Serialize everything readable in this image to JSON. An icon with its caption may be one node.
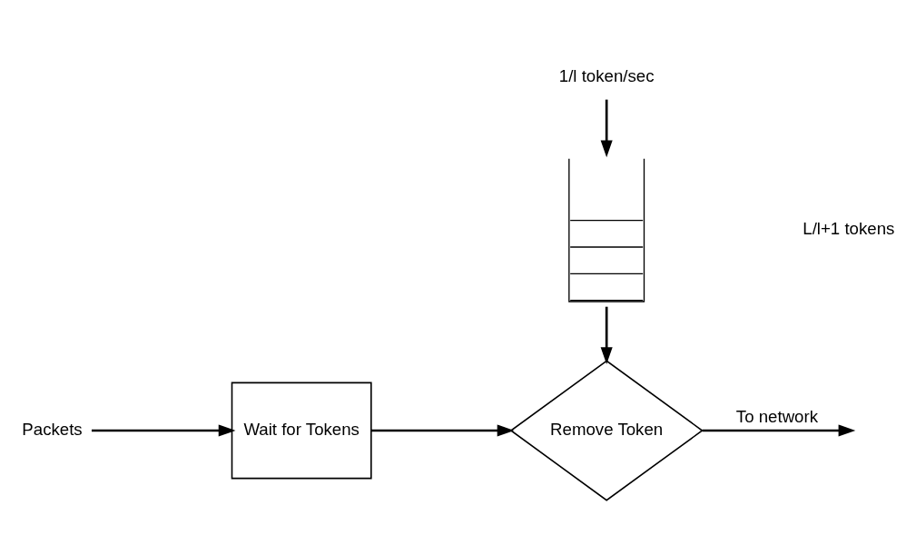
{
  "diagram": {
    "nodes": [
      {
        "text": [
          "1/l token/sec"
        ]
      },
      {
        "text": [],
        "shape": "bucket"
      },
      {
        "text": [
          "Packets"
        ]
      },
      {
        "text": [
          "Wait for Tokens"
        ]
      },
      {
        "text": [
          "Remove Token"
        ]
      }
    ],
    "edges": [
      {
        "from": 0,
        "to": 1,
        "arrow": "to"
      },
      {
        "from": 1,
        "to": 4,
        "arrow": "to"
      },
      {
        "from": 2,
        "to": 3,
        "arrow": "to"
      },
      {
        "from": 3,
        "to": 4,
        "arrow": "to"
      },
      {
        "from": 4,
        "to": null,
        "arrow": "to",
        "label": "To network"
      }
    ],
    "labels": [
      "L/l+1 tokens"
    ]
  }
}
